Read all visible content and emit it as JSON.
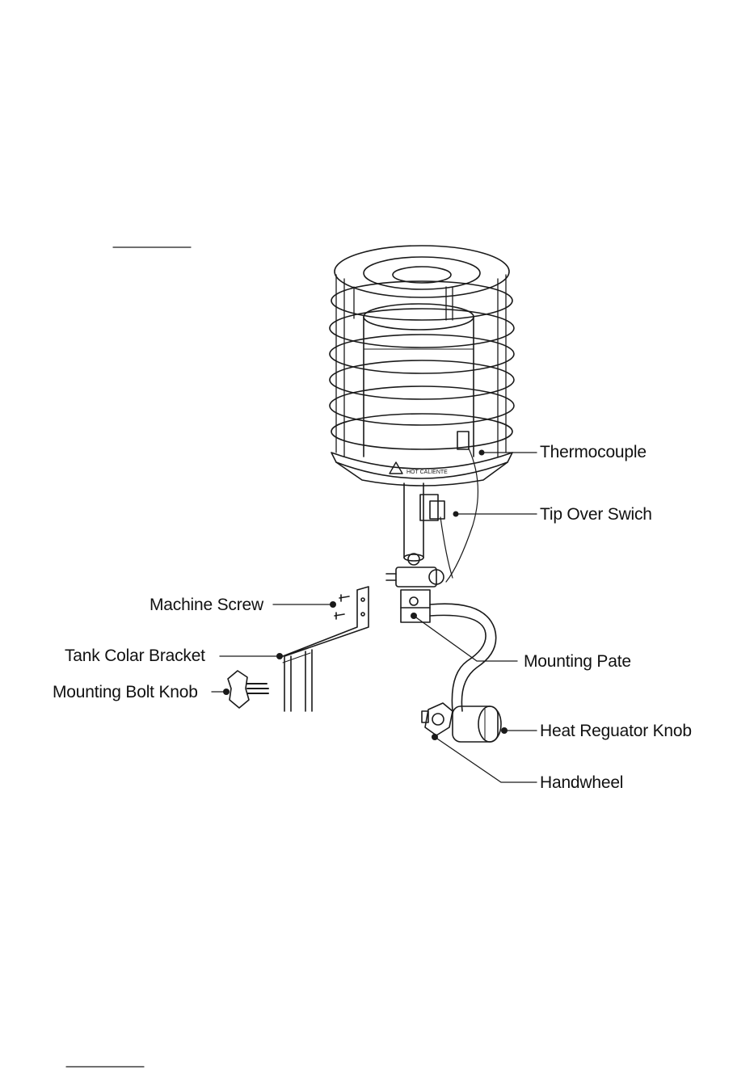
{
  "labels": {
    "thermocouple": "Thermocouple",
    "tip_over_switch": "Tip Over Swich",
    "machine_screw": "Machine Screw",
    "tank_collar_bracket": "Tank Colar Bracket",
    "mounting_bolt_knob": "Mounting Bolt Knob",
    "mounting_plate": "Mounting Pate",
    "heat_regulator_knob": "Heat Reguator Knob",
    "handwheel": "Handwheel"
  },
  "heater_warning": "HOT CALIENTE",
  "colors": {
    "line": "#1a1a1a",
    "background": "#ffffff"
  },
  "icons": [
    "warning-triangle-icon"
  ]
}
